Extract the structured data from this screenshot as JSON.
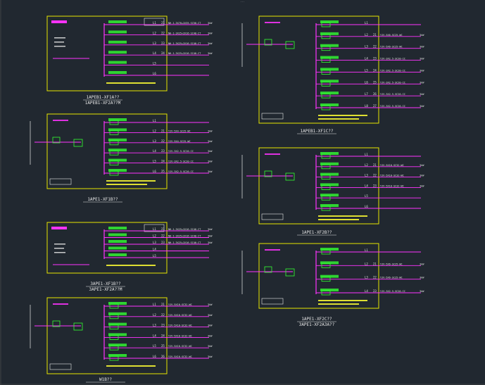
{
  "title": "···",
  "colors": {
    "background": "#212830",
    "frame": "#e6e600",
    "bus": "#ff33ff",
    "equipment": "#33ff33",
    "text": "#e8e8e8",
    "note": "#ffff33"
  },
  "panels": [
    {
      "id": "1APEB1-XF1A??",
      "label_lines": [
        "1APEB1-XF1A??",
        "1APEB1-XF2A??M"
      ],
      "circuits": [
        {
          "id": "L1",
          "phase": "21",
          "cable": "NH-1-3X70+2X35-SC50-CT",
          "load": "3kW"
        },
        {
          "id": "L2",
          "phase": "22",
          "cable": "NH-1-3X25+2X16-SC40-CT",
          "load": "3kW"
        },
        {
          "id": "L3",
          "phase": "23",
          "cable": "NH-1-3X25+2X16-SC40-CT",
          "load": "3kW"
        },
        {
          "id": "L4",
          "phase": "24",
          "cable": "NH-1-3X25+2X16-SC40-CT",
          "load": "3kW"
        },
        {
          "id": "L5",
          "phase": "",
          "cable": "",
          "load": ""
        },
        {
          "id": "L6",
          "phase": "",
          "cable": "",
          "load": ""
        }
      ]
    },
    {
      "id": "1APE1-XF1B??",
      "label_lines": [
        "1APE1-XF1B??"
      ],
      "circuits": [
        {
          "id": "L1",
          "phase": "",
          "cable": "",
          "load": ""
        },
        {
          "id": "L2",
          "phase": "21",
          "cable": "YJV-5X4-SC25-WC",
          "load": "3kW"
        },
        {
          "id": "L3",
          "phase": "22",
          "cable": "YJV-5X4-SC25-WC",
          "load": "3kW"
        },
        {
          "id": "L4",
          "phase": "23",
          "cable": "YJV-3X2.5-SC20-CC",
          "load": "3kW"
        },
        {
          "id": "L5",
          "phase": "24",
          "cable": "YJV-3X2.5-SC20-CC",
          "load": "3kW"
        },
        {
          "id": "L6",
          "phase": "25",
          "cable": "YJV-3X2.5-SC20-CC",
          "load": "3kW"
        }
      ]
    },
    {
      "id": "3APE1-XF1B??",
      "label_lines": [
        "3APE1-XF1B??",
        "3APE1-XF2A??M"
      ],
      "circuits": [
        {
          "id": "L1",
          "phase": "21",
          "cable": "NH-1-3X25+2X16-SC40-CT",
          "load": "3kW"
        },
        {
          "id": "L2",
          "phase": "22",
          "cable": "NH-1-3X25+2X16-SC40-CT",
          "load": "3kW"
        },
        {
          "id": "L3",
          "phase": "23",
          "cable": "NH-1-3X25+2X16-SC40-CT",
          "load": "3kW"
        },
        {
          "id": "L4",
          "phase": "",
          "cable": "",
          "load": ""
        },
        {
          "id": "L5",
          "phase": "",
          "cable": "",
          "load": ""
        }
      ]
    },
    {
      "id": "W1B??",
      "label_lines": [
        "W1B??"
      ],
      "circuits": [
        {
          "id": "L1",
          "phase": "21",
          "cable": "YJV-5X10-SC32-WC",
          "load": "3kW"
        },
        {
          "id": "L2",
          "phase": "22",
          "cable": "YJV-5X10-SC32-WC",
          "load": "3kW"
        },
        {
          "id": "L3",
          "phase": "23",
          "cable": "YJV-5X10-SC32-WC",
          "load": "3kW"
        },
        {
          "id": "L4",
          "phase": "24",
          "cable": "YJV-5X10-SC32-WC",
          "load": "3kW"
        },
        {
          "id": "L5",
          "phase": "25",
          "cable": "YJV-5X10-SC32-WC",
          "load": "3kW"
        },
        {
          "id": "L6",
          "phase": "26",
          "cable": "YJV-5X10-SC32-WC",
          "load": "3kW"
        }
      ]
    },
    {
      "id": "1APEB1-XF1C??",
      "label_lines": [
        "1APEB1-XF1C??"
      ],
      "circuits": [
        {
          "id": "L1",
          "phase": "",
          "cable": "",
          "load": ""
        },
        {
          "id": "L2",
          "phase": "21",
          "cable": "YJV-5X6-SC25-WC",
          "load": "3kW"
        },
        {
          "id": "L3",
          "phase": "22",
          "cable": "YJV-5X6-SC25-WC",
          "load": "3kW"
        },
        {
          "id": "L4",
          "phase": "23",
          "cable": "YJV-3X2.5-SC20-CC",
          "load": "3kW"
        },
        {
          "id": "L5",
          "phase": "24",
          "cable": "YJV-3X2.5-SC20-CC",
          "load": "3kW"
        },
        {
          "id": "L6",
          "phase": "25",
          "cable": "YJV-3X2.5-SC20-CC",
          "load": "3kW"
        },
        {
          "id": "L7",
          "phase": "26",
          "cable": "YJV-3X2.5-SC20-CC",
          "load": "3kW"
        },
        {
          "id": "L8",
          "phase": "27",
          "cable": "YJV-3X2.5-SC20-CC",
          "load": "3kW"
        }
      ]
    },
    {
      "id": "1APE1-XF2B??",
      "label_lines": [
        "1APE1-XF2B??"
      ],
      "circuits": [
        {
          "id": "L1",
          "phase": "",
          "cable": "",
          "load": ""
        },
        {
          "id": "L2",
          "phase": "21",
          "cable": "YJV-5X10-SC32-WC",
          "load": "3kW"
        },
        {
          "id": "L3",
          "phase": "22",
          "cable": "YJV-5X10-SC32-WC",
          "load": "3kW"
        },
        {
          "id": "L4",
          "phase": "23",
          "cable": "YJV-5X10-SC32-WC",
          "load": "3kW"
        },
        {
          "id": "L5",
          "phase": "",
          "cable": "",
          "load": ""
        },
        {
          "id": "L6",
          "phase": "",
          "cable": "",
          "load": ""
        }
      ]
    },
    {
      "id": "1APE1-XF2C??",
      "label_lines": [
        "1APE1-XF2C??",
        "3APE1-XF2A3A??"
      ],
      "circuits": [
        {
          "id": "L1",
          "phase": "",
          "cable": "",
          "load": ""
        },
        {
          "id": "L2",
          "phase": "21",
          "cable": "YJV-5X6-SC25-WC",
          "load": "3kW"
        },
        {
          "id": "L3",
          "phase": "22",
          "cable": "YJV-5X6-SC25-WC",
          "load": "3kW"
        },
        {
          "id": "L4",
          "phase": "23",
          "cable": "YJV-3X2.5-SC20-CC",
          "load": "3kW"
        }
      ]
    }
  ]
}
